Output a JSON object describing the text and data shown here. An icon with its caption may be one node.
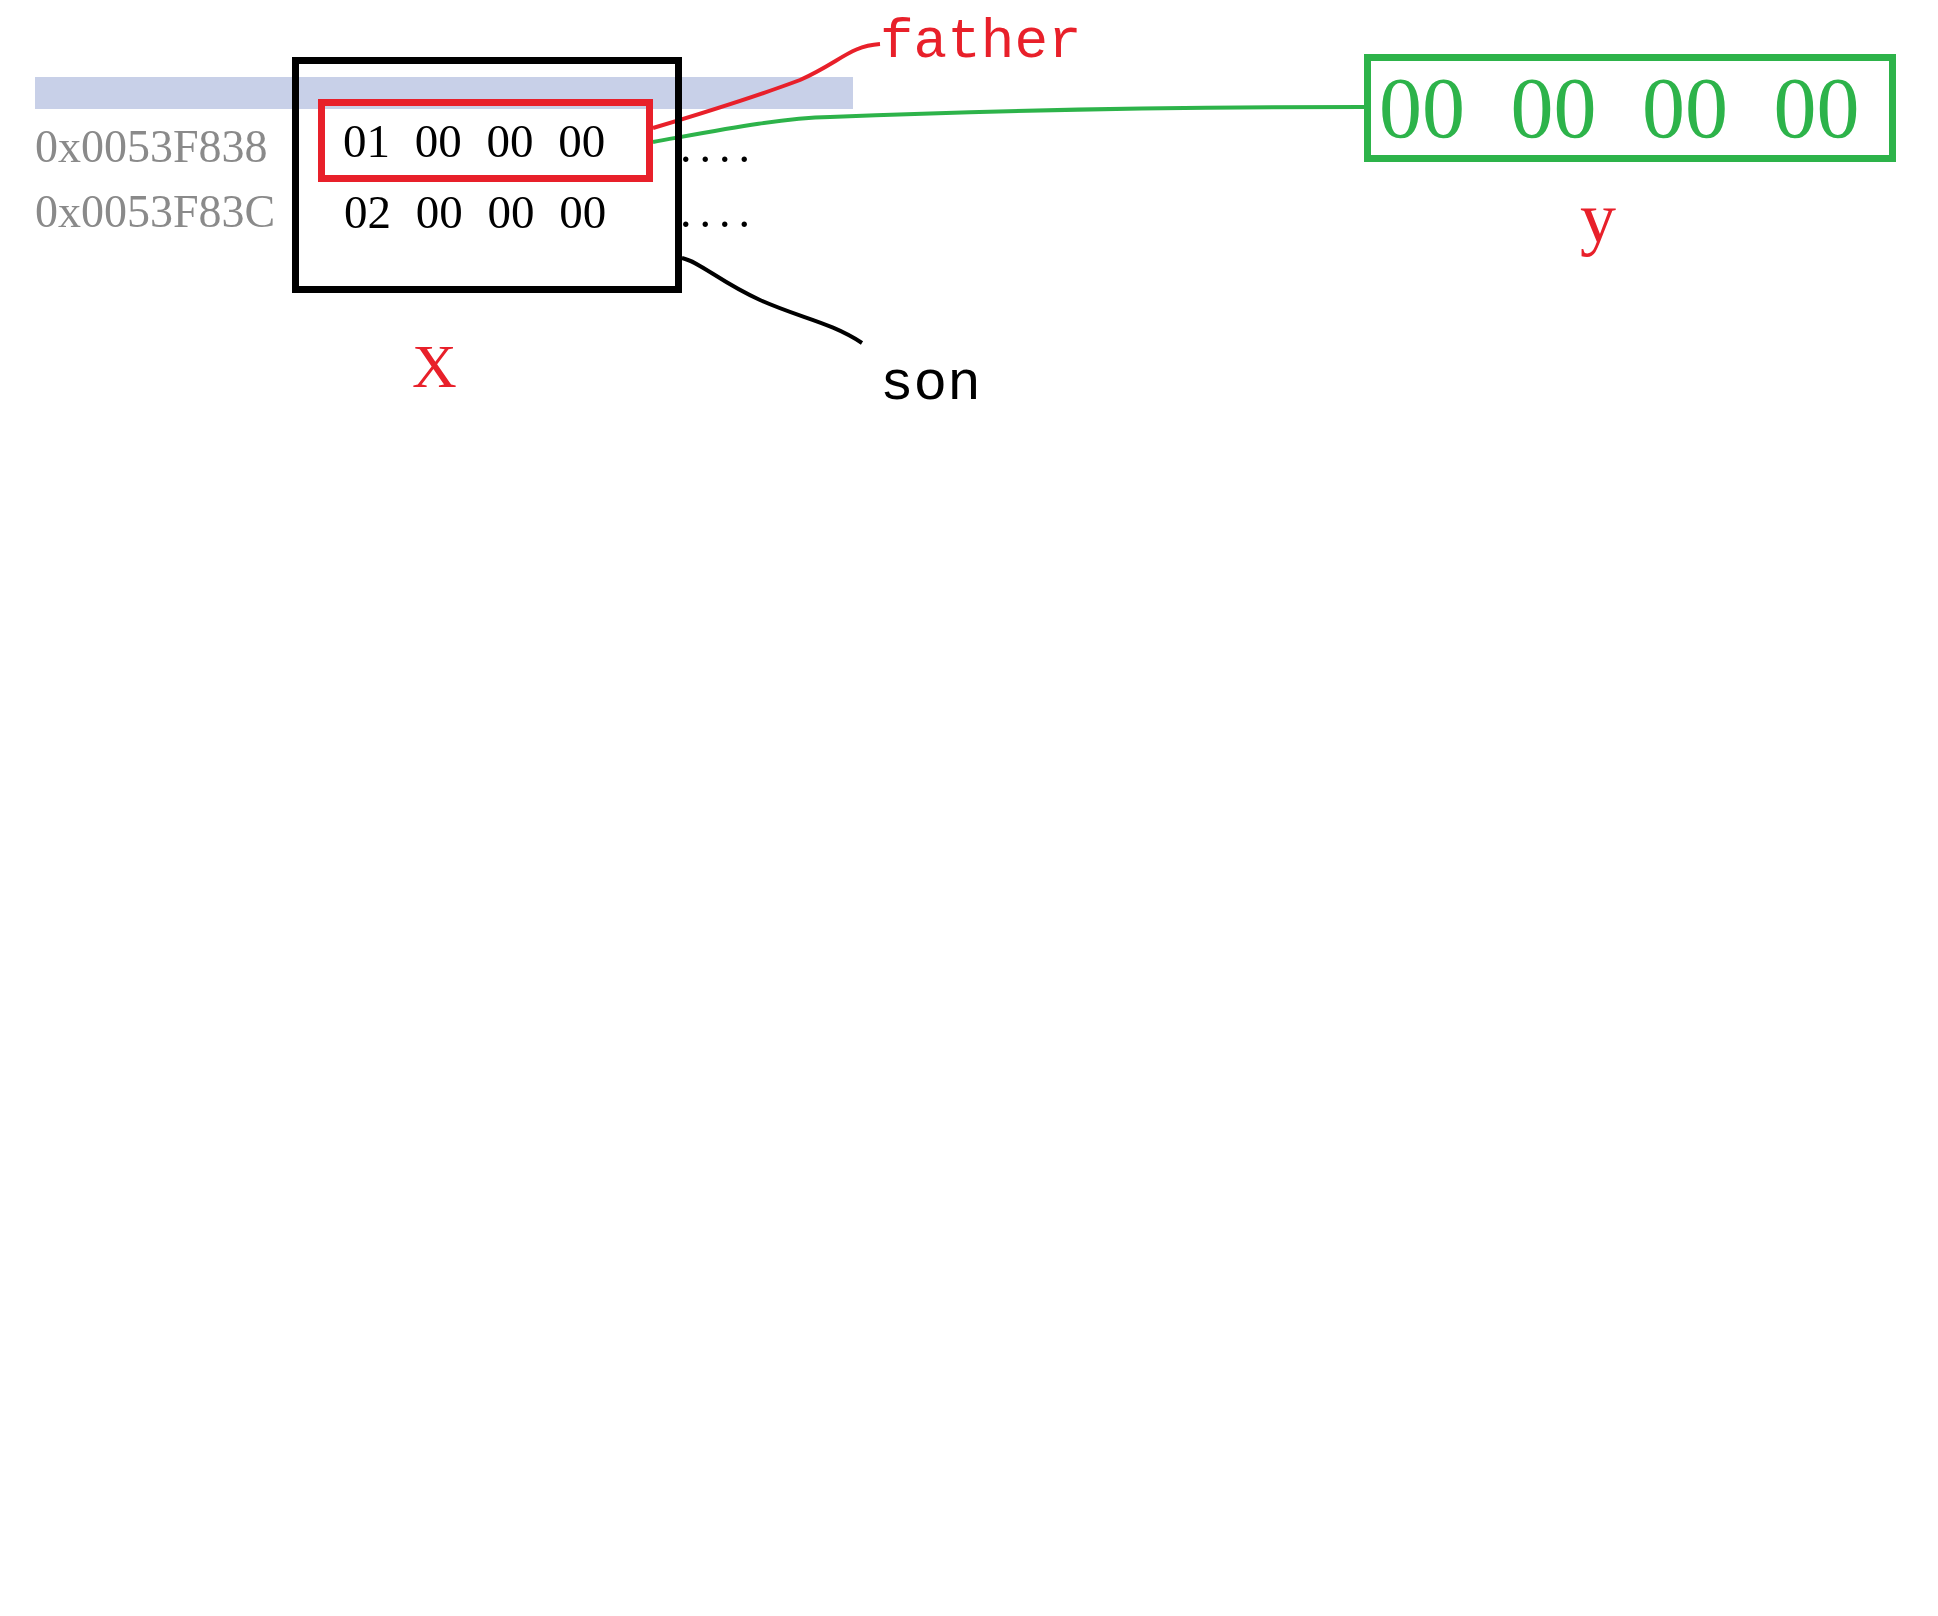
{
  "diagram": {
    "nodes": [
      {
        "text": [
          "X"
        ]
      },
      {
        "text": [
          "01 00 00 00"
        ],
        "in": 0
      },
      {
        "text": [
          "father"
        ]
      },
      {
        "text": [
          "00 00 00 00",
          "y"
        ]
      },
      {
        "text": [
          "son"
        ]
      }
    ],
    "edges": [
      {
        "from": 1,
        "to": 2,
        "arrow": "none",
        "color": "#e8202a"
      },
      {
        "from": 1,
        "to": 3,
        "arrow": "none",
        "color": "#2db34a"
      },
      {
        "from": 4,
        "to": 0,
        "arrow": "none",
        "color": "#000000"
      }
    ],
    "labels": [
      "0x0053F838",
      "....",
      "0x0053F83C",
      "02 00 00 00",
      "...."
    ]
  }
}
